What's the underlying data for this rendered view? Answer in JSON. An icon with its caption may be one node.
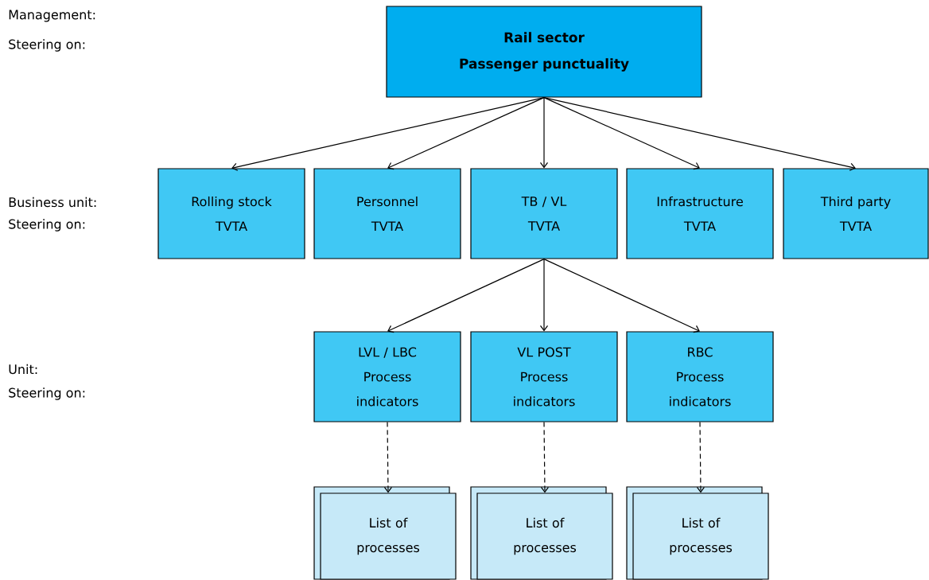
{
  "diagram": {
    "nodes": [
      {
        "text": [
          "Rail sector",
          "Passenger punctuality"
        ]
      },
      {
        "text": [
          "Rolling stock",
          "TVTA"
        ]
      },
      {
        "text": [
          "Personnel",
          "TVTA"
        ]
      },
      {
        "text": [
          "TB / VL",
          "TVTA"
        ]
      },
      {
        "text": [
          "Infrastructure",
          "TVTA"
        ]
      },
      {
        "text": [
          "Third party",
          "TVTA"
        ]
      },
      {
        "text": [
          "LVL / LBC",
          "Process indicators"
        ]
      },
      {
        "text": [
          "VL POST",
          "Process indicators"
        ]
      },
      {
        "text": [
          "RBC",
          "Process indicators"
        ]
      },
      {
        "text": [
          "List of processes"
        ]
      },
      {
        "text": [
          "List of processes"
        ]
      },
      {
        "text": [
          "List of processes"
        ]
      }
    ],
    "edges": [
      {
        "from": 0,
        "to": 1,
        "arrow": "to"
      },
      {
        "from": 0,
        "to": 2,
        "arrow": "to"
      },
      {
        "from": 0,
        "to": 3,
        "arrow": "to"
      },
      {
        "from": 0,
        "to": 4,
        "arrow": "to"
      },
      {
        "from": 0,
        "to": 5,
        "arrow": "to"
      },
      {
        "from": 3,
        "to": 6,
        "arrow": "to"
      },
      {
        "from": 3,
        "to": 7,
        "arrow": "to"
      },
      {
        "from": 3,
        "to": 8,
        "arrow": "to"
      },
      {
        "from": 6,
        "to": 9,
        "arrow": "to",
        "style": "dashed"
      },
      {
        "from": 7,
        "to": 10,
        "arrow": "to",
        "style": "dashed"
      },
      {
        "from": 8,
        "to": 11,
        "arrow": "to",
        "style": "dashed"
      }
    ],
    "labels": [
      "Management:",
      "Steering on:",
      "Business unit:",
      "Steering on:",
      "Unit:",
      "Steering on:"
    ]
  }
}
